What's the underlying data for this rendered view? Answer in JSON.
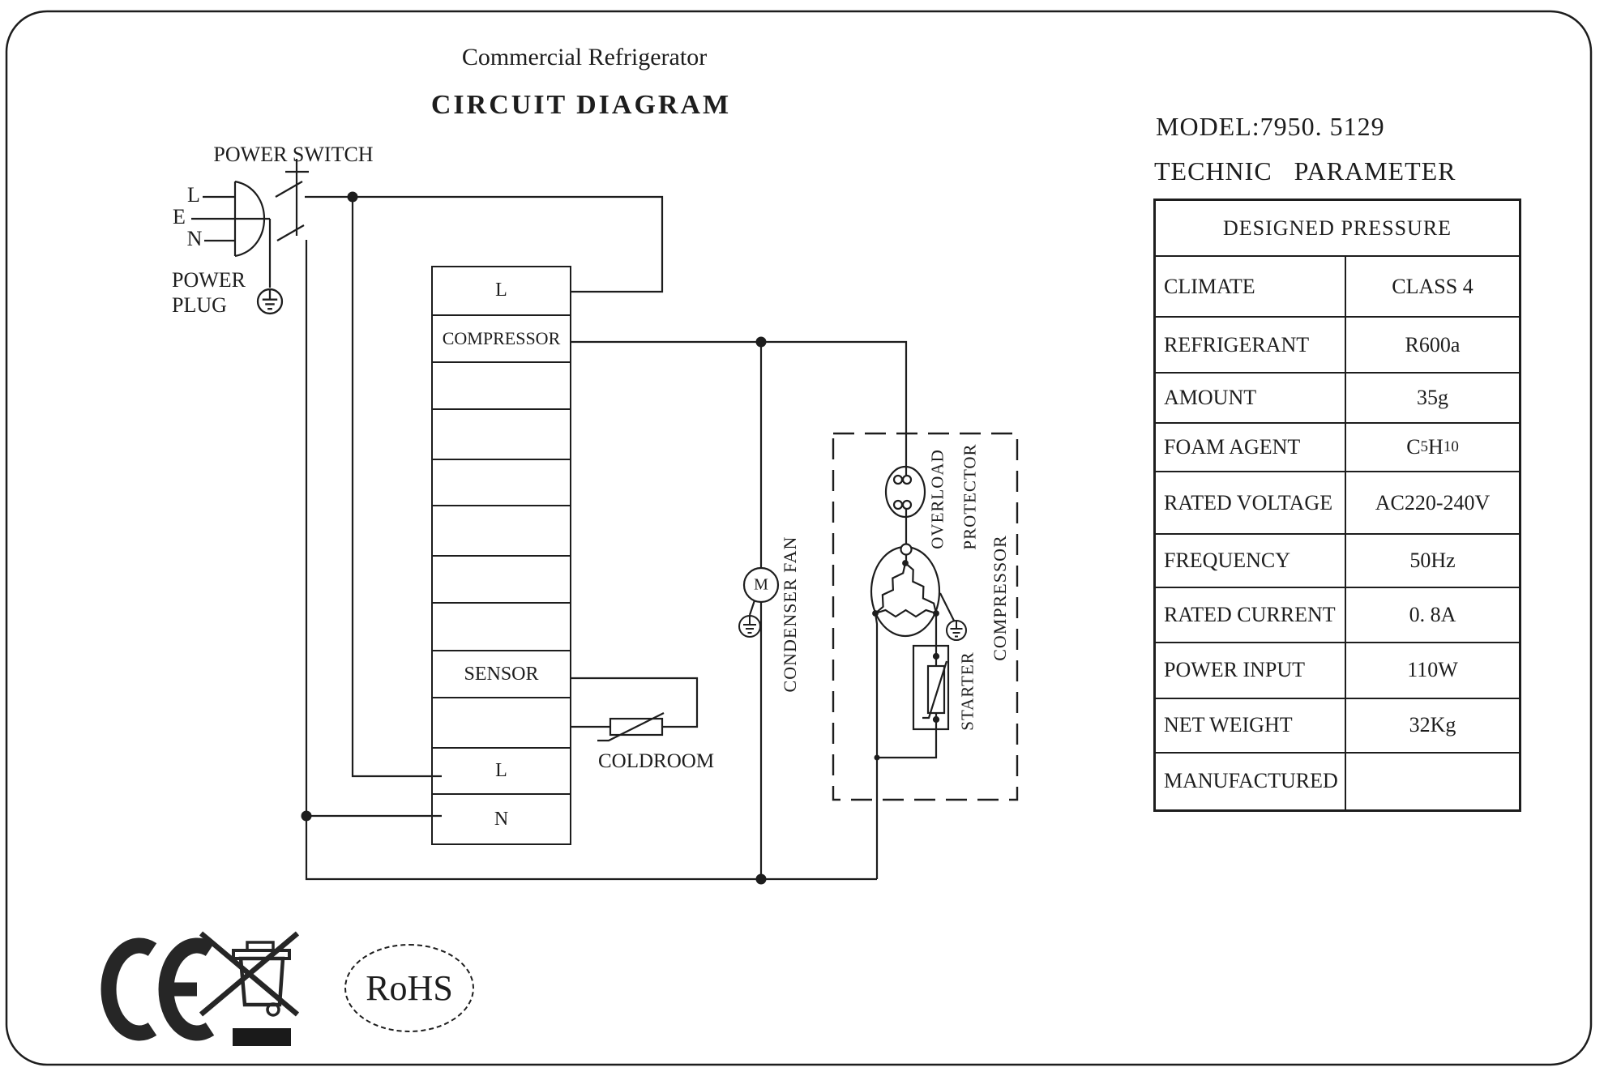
{
  "title": {
    "line1": "Commercial Refrigerator",
    "line2": "CIRCUIT DIAGRAM"
  },
  "power": {
    "switch_label": "POWER SWITCH",
    "plug_label_line1": "POWER",
    "plug_label_line2": "PLUG",
    "prong_l": "L",
    "prong_e": "E",
    "prong_n": "N"
  },
  "terminal_block": {
    "cells": [
      "L",
      "COMPRESSOR",
      "",
      "",
      "",
      "",
      "",
      "",
      "SENSOR",
      "",
      "L",
      "N"
    ]
  },
  "sensor": {
    "coldroom_label": "COLDROOM"
  },
  "fan": {
    "label": "CONDENSER FAN",
    "motor_letter": "M"
  },
  "compressor_unit": {
    "overload_label": "OVERLOAD",
    "protector_label": "PROTECTOR",
    "starter_label": "STARTER",
    "compressor_label": "COMPRESSOR"
  },
  "spec": {
    "model_line": "MODEL:7950. 5129",
    "table_title": "TECHNIC PARAMETER",
    "table_header": "DESIGNED PRESSURE",
    "rows": [
      {
        "label": "CLIMATE",
        "value": "CLASS 4"
      },
      {
        "label": "REFRIGERANT",
        "value": "R600a"
      },
      {
        "label": "AMOUNT",
        "value": "35g"
      },
      {
        "label": "FOAM AGENT",
        "value": "C5H10"
      },
      {
        "label": "RATED VOLTAGE",
        "value": "AC220-240V"
      },
      {
        "label": "FREQUENCY",
        "value": "50Hz"
      },
      {
        "label": "RATED CURRENT",
        "value": "0. 8A"
      },
      {
        "label": "POWER INPUT",
        "value": "110W"
      },
      {
        "label": "NET WEIGHT",
        "value": "32Kg"
      },
      {
        "label": "MANUFACTURED",
        "value": ""
      }
    ],
    "foam_parts": {
      "c": "C",
      "s1": "5",
      "h": "H",
      "s2": "10"
    }
  },
  "certifications": {
    "rohs": "RoHS"
  },
  "colors": {
    "ink": "#1d1d1d"
  }
}
